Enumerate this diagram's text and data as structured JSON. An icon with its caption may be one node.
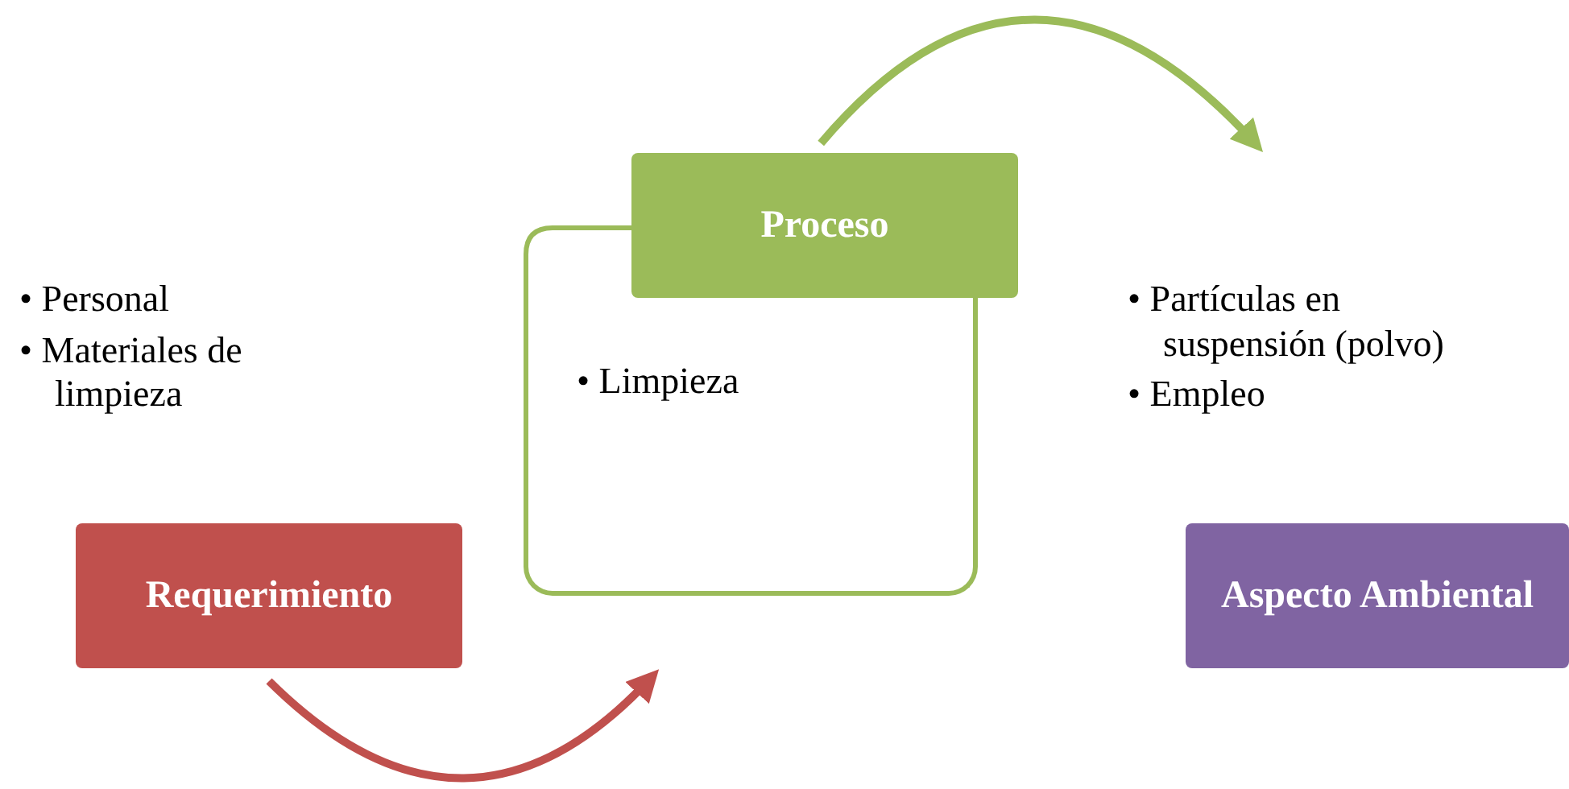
{
  "diagram": {
    "nodes": [
      {
        "text": [
          "Requerimiento"
        ],
        "beside": [
          "• Personal",
          "• Materiales de limpieza"
        ]
      },
      {
        "text": [
          "• Limpieza"
        ]
      },
      {
        "text": [
          "Proceso"
        ]
      },
      {
        "text": [
          "Aspecto Ambiental"
        ],
        "beside": [
          "• Partículas en suspensión (polvo)",
          "• Empleo"
        ]
      }
    ],
    "edges": [
      {
        "from": 0,
        "to": null,
        "arrow": "to",
        "color": "#c0504d"
      },
      {
        "from": 2,
        "to": null,
        "arrow": "to",
        "color": "#9bbb59"
      }
    ]
  }
}
